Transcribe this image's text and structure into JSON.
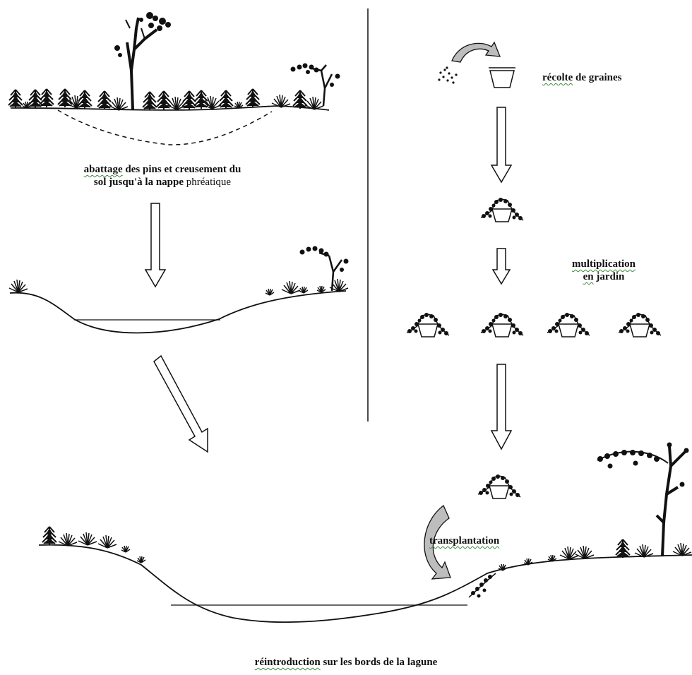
{
  "labels": {
    "step1_word1": "abattage",
    "step1_line1_rest": "des pins et creusement du",
    "step1_line2": "sol jusqu'à la nappe",
    "step1_line2_end": "phréatique",
    "harvest_word": "récolte",
    "harvest_rest": "de graines",
    "multiplication": "multiplication",
    "en_word": "en",
    "jardin_word": "jardin",
    "transplantation": "transplantation",
    "reintro_word": "réintroduction",
    "reintro_rest": "sur les bords de la lagune"
  },
  "colors": {
    "ink": "#111111",
    "arrow_fill": "#ffffff",
    "curved_arrow_fill": "#bdbdbd",
    "spellcheck_underline": "#3a8a3a"
  },
  "icons": [
    "pine-tree-icon",
    "grass-tuft-icon",
    "seeds-icon",
    "pot-icon",
    "potted-plant-icon",
    "curved-arrow-icon",
    "down-arrow-icon",
    "diagonal-arrow-icon",
    "tall-tree-icon"
  ]
}
